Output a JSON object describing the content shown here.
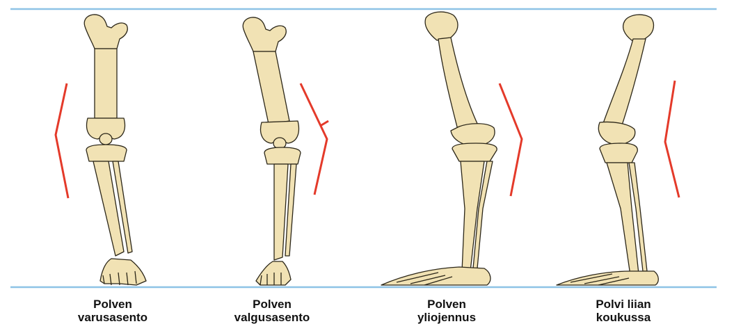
{
  "colors": {
    "guide_line": "#8ec3e6",
    "bone_fill": "#f1e2b4",
    "bone_stroke": "#2b2618",
    "axis_line": "#e43a2a"
  },
  "figures": [
    {
      "line1": "Polven",
      "line2": "varusasento",
      "icon": "leg-skeleton-front-view"
    },
    {
      "line1": "Polven",
      "line2": "valgusasento",
      "icon": "leg-skeleton-front-view"
    },
    {
      "line1": "Polven",
      "line2": "yliojennus",
      "icon": "leg-skeleton-side-view"
    },
    {
      "line1": "Polvi liian",
      "line2": "koukussa",
      "icon": "leg-skeleton-side-view"
    }
  ]
}
